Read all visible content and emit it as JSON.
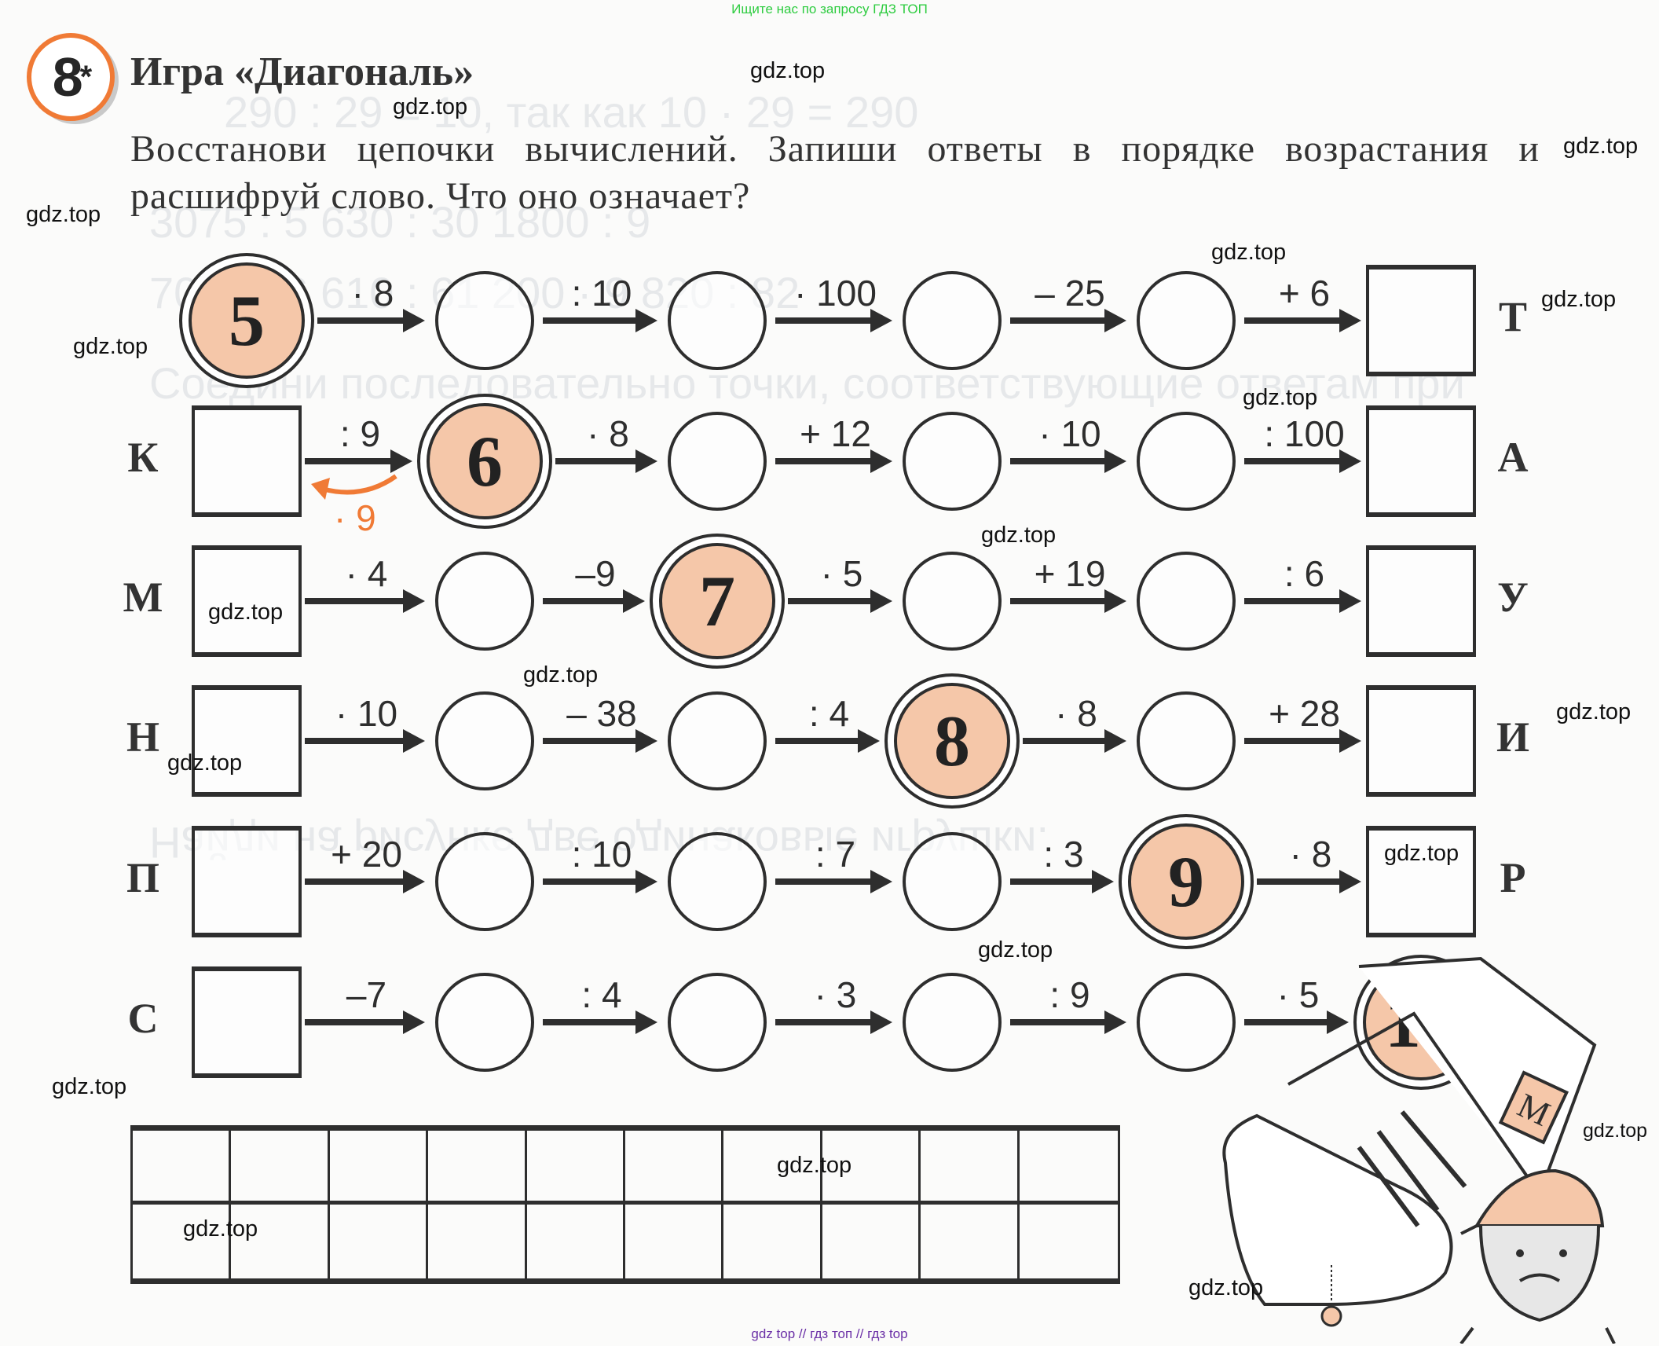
{
  "banner": "Ищите нас по запросу ГДЗ ТОП",
  "exercise": {
    "number": "8",
    "star": "*",
    "title": "Игра «Диагональ»",
    "instructions": "Восстанови цепочки вычислений. Запиши ответы в порядке возрастания и расшифруй слово. Что оно означает?"
  },
  "colors": {
    "accent": "#f07a35",
    "highlight_fill": "#f5c7a9",
    "ink": "#2e2e2e",
    "banner": "#2ecc40",
    "footer": "#6a2fa6"
  },
  "chains": [
    {
      "letter": "Т",
      "letter_side": "right",
      "nodes": [
        "5",
        "",
        "",
        "",
        "",
        ""
      ],
      "highlighted_index": 0,
      "operations": [
        "· 8",
        ": 10",
        "· 100",
        "– 25",
        "+ 6"
      ]
    },
    {
      "letter": "А",
      "letter_side": "right",
      "left_letter": "К",
      "nodes": [
        "",
        "6",
        "",
        "",
        "",
        ""
      ],
      "highlighted_index": 1,
      "operations": [
        ": 9",
        "· 8",
        "+ 12",
        "· 10",
        ": 100"
      ],
      "reverse_hint": "· 9"
    },
    {
      "letter": "У",
      "letter_side": "right",
      "left_letter": "М",
      "nodes": [
        "",
        "",
        "7",
        "",
        "",
        ""
      ],
      "highlighted_index": 2,
      "operations": [
        "· 4",
        "–9",
        "· 5",
        "+ 19",
        ": 6"
      ]
    },
    {
      "letter": "И",
      "letter_side": "right",
      "left_letter": "Н",
      "nodes": [
        "",
        "",
        "",
        "8",
        "",
        ""
      ],
      "highlighted_index": 3,
      "operations": [
        "· 10",
        "– 38",
        ": 4",
        "· 8",
        "+ 28"
      ]
    },
    {
      "letter": "Р",
      "letter_side": "right",
      "left_letter": "П",
      "nodes": [
        "",
        "",
        "",
        "",
        "9",
        ""
      ],
      "highlighted_index": 4,
      "operations": [
        "+ 20",
        ": 10",
        ": 7",
        ": 3",
        "· 8"
      ]
    },
    {
      "left_letter": "С",
      "nodes": [
        "",
        "",
        "",
        "",
        "",
        "10"
      ],
      "highlighted_index": 5,
      "operations": [
        "–7",
        ": 4",
        "· 3",
        ": 9",
        "· 5"
      ]
    }
  ],
  "answer_grid": {
    "columns": 10,
    "rows": 2
  },
  "watermarks": [
    "gdz.top"
  ],
  "footer": "gdz top // гдз топ // гдз top"
}
